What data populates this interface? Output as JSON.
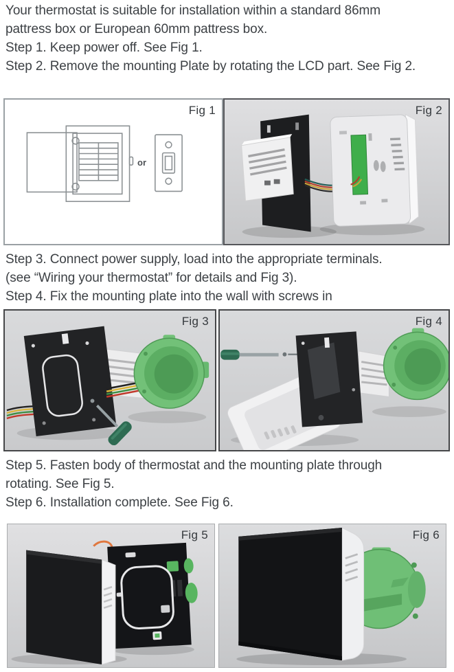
{
  "document": {
    "text_blocks": [
      {
        "lines": [
          "Your thermostat is suitable for installation within a standard 86mm",
          "pattress box or European 60mm pattress box.",
          "Step 1. Keep power off. See Fig 1.",
          "Step 2. Remove the mounting Plate by rotating the LCD part. See Fig 2."
        ]
      },
      {
        "lines": [
          "Step 3. Connect power supply, load into the appropriate terminals.",
          "(see “Wiring your thermostat” for details and Fig 3).",
          "Step 4. Fix the mounting plate into the wall with screws in"
        ]
      },
      {
        "lines": [
          "Step 5. Fasten body of thermostat and the mounting plate through",
          "rotating. See Fig 5.",
          "Step 6. Installation complete. See Fig 6."
        ]
      }
    ],
    "figures": [
      {
        "label": "Fig 1",
        "or_label": "or"
      },
      {
        "label": "Fig 2"
      },
      {
        "label": "Fig 3"
      },
      {
        "label": "Fig 4"
      },
      {
        "label": "Fig 5"
      },
      {
        "label": "Fig 6"
      }
    ],
    "colors": {
      "text": "#3d4145",
      "pattress_green": "#72c178",
      "pcb_green": "#3fae4b",
      "wire_red": "#c0392b",
      "wire_yellow": "#d9b43a",
      "wire_green": "#3f8f45",
      "wire_black": "#222222",
      "screwdriver_green": "#2e6b52",
      "orange_wire": "#e07840"
    }
  }
}
